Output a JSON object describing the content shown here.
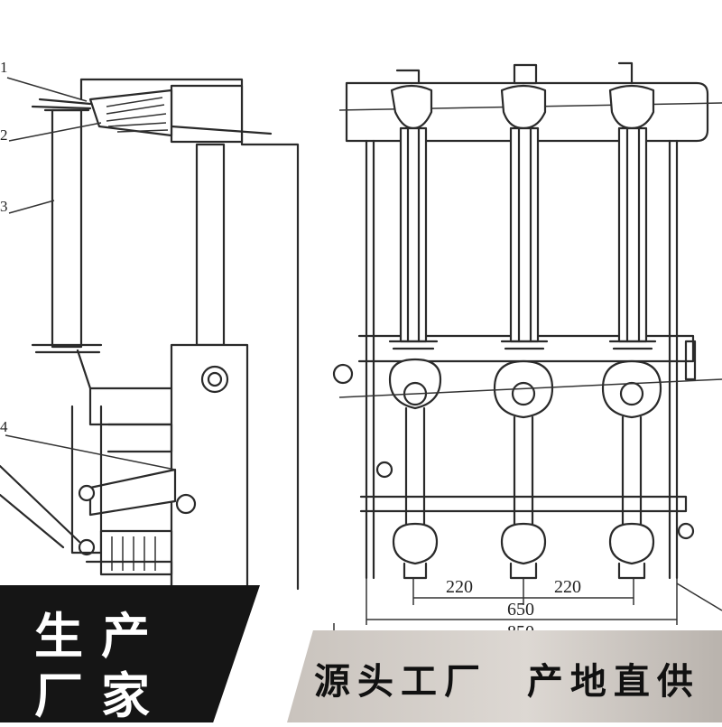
{
  "callouts": [
    "1",
    "2",
    "3",
    "4"
  ],
  "dimensions": {
    "left_gap": "220",
    "right_gap": "220",
    "phase_span": "650",
    "overall_width": "850"
  },
  "banner": {
    "left_line1": "生产",
    "left_line2": "厂家",
    "right_text": "源头工厂  产地直供"
  }
}
